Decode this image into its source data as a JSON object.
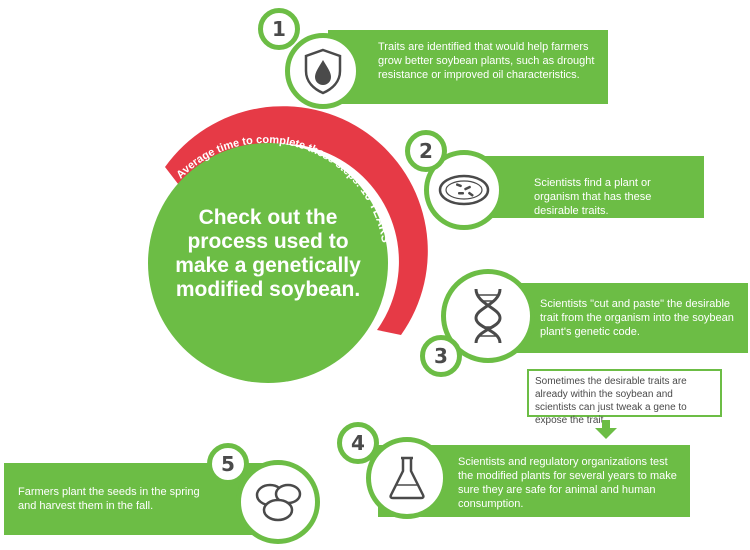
{
  "hero": {
    "title": "Check out the process used to make a genetically modified soybean.",
    "arc_text_prefix": "Average time to complete these steps: ",
    "arc_text_highlight": "16 YEARS"
  },
  "steps": [
    {
      "number": "1",
      "icon": "oil-drop-shield-icon",
      "text": "Traits are identified that would help farmers grow better soybean plants, such as drought resistance or improved oil characteristics."
    },
    {
      "number": "2",
      "icon": "cell-organism-icon",
      "text": "Scientists find a plant or organism that has these desirable traits."
    },
    {
      "number": "3",
      "icon": "dna-helix-icon",
      "text": "Scientists \"cut and paste\" the desirable trait from the organism into the soybean plant's genetic code."
    },
    {
      "number": "4",
      "icon": "lab-flask-icon",
      "text": "Scientists and regulatory organizations test the modified plants for several years to make sure they are safe for animal and human consumption."
    },
    {
      "number": "5",
      "icon": "soybean-seeds-icon",
      "text": "Farmers plant the seeds in the spring and harvest them in the fall."
    }
  ],
  "note": {
    "text": "Sometimes the desirable traits are already within the soybean and scientists can just tweak a gene to expose the trait."
  },
  "colors": {
    "green": "#6cbd45",
    "red": "#e63a46",
    "dark": "#4a4a4a",
    "white": "#ffffff"
  }
}
